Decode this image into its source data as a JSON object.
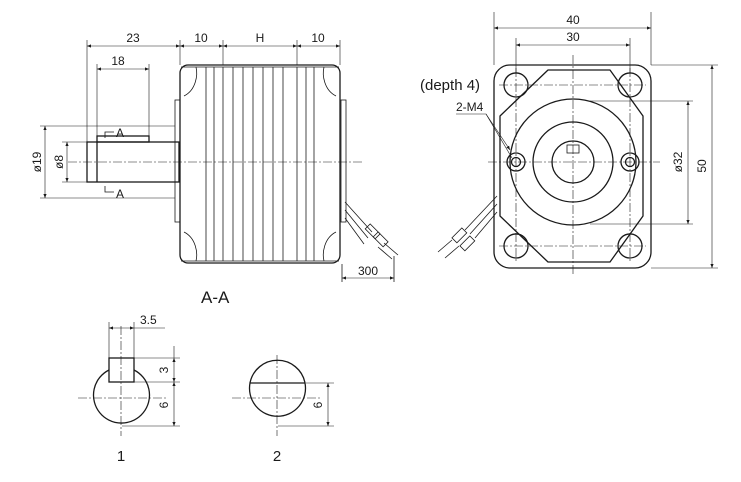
{
  "side_view": {
    "dims": {
      "shaft_len": "23",
      "key_len": "18",
      "flange_left": "10",
      "body": "H",
      "flange_right": "10",
      "shaft_dia_outer": "ø19",
      "shaft_dia": "ø8",
      "lead_len": "300"
    },
    "section_marks": {
      "top": "A",
      "bottom": "A"
    }
  },
  "front_view": {
    "dims": {
      "overall_width": "40",
      "hole_pitch": "30",
      "overall_height": "50",
      "bolt_circle": "ø32"
    },
    "note_depth": "(depth 4)",
    "note_thread": "2-M4"
  },
  "section": {
    "title": "A-A",
    "key_width": "3.5",
    "key_height": "3",
    "dim_6_left": "6",
    "dim_6_right": "6",
    "label_1": "1",
    "label_2": "2"
  }
}
